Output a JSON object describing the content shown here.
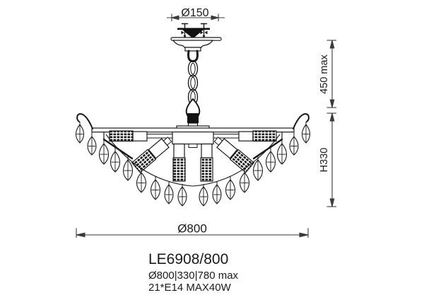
{
  "diagram": {
    "dimensions": {
      "canopy_diameter": "Ø150",
      "hanging_height": "450 max",
      "body_height": "H330",
      "body_diameter": "Ø800"
    },
    "title": "LE6908/800",
    "specs": {
      "size": "Ø800|330|780 max",
      "lamps": "21*E14 MAX40W"
    },
    "colors": {
      "line": "#1a1a1a",
      "dimension_line": "#3a3a3a",
      "background": "#ffffff"
    }
  }
}
